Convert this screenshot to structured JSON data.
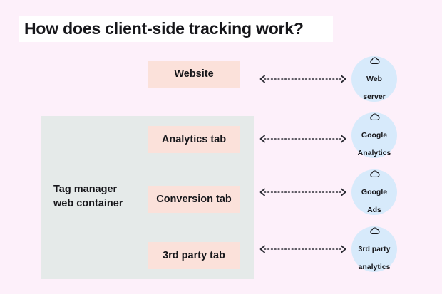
{
  "page": {
    "title": "How does client-side tracking work?",
    "background_color": "#fdf0fa",
    "title_band_color": "#ffffff"
  },
  "colors": {
    "pink_box": "#fbe1da",
    "gray_container": "#e5eae9",
    "blue_circle": "#d7eafb",
    "text": "#16161a",
    "arrow": "#2b2b33"
  },
  "diagram": {
    "website_box": {
      "label": "Website",
      "icon": "none"
    },
    "container": {
      "label": "Tag manager\nweb container",
      "label_line_1": "Tag manager",
      "label_line_2": "web container",
      "tabs": [
        {
          "label": "Analytics tab"
        },
        {
          "label": "Conversion tab"
        },
        {
          "label": "3rd party tab"
        }
      ]
    },
    "endpoints": [
      {
        "icon": "cloud-icon",
        "label": "Web\nserver",
        "line_1": "Web",
        "line_2": "server"
      },
      {
        "icon": "cloud-icon",
        "label": "Google\nAnalytics",
        "line_1": "Google",
        "line_2": "Analytics"
      },
      {
        "icon": "cloud-icon",
        "label": "Google\nAds",
        "line_1": "Google",
        "line_2": "Ads"
      },
      {
        "icon": "cloud-icon",
        "label": "3rd party\nanalytics",
        "line_1": "3rd party",
        "line_2": "analytics"
      }
    ],
    "connectors": [
      {
        "name": "website-to-web-server",
        "style": "dotted",
        "direction": "bidirectional"
      },
      {
        "name": "analytics-tab-to-google-analytics",
        "style": "dotted",
        "direction": "bidirectional"
      },
      {
        "name": "conversion-tab-to-google-ads",
        "style": "dotted",
        "direction": "bidirectional"
      },
      {
        "name": "third-party-tab-to-third-party-analytics",
        "style": "dotted",
        "direction": "bidirectional"
      }
    ]
  }
}
